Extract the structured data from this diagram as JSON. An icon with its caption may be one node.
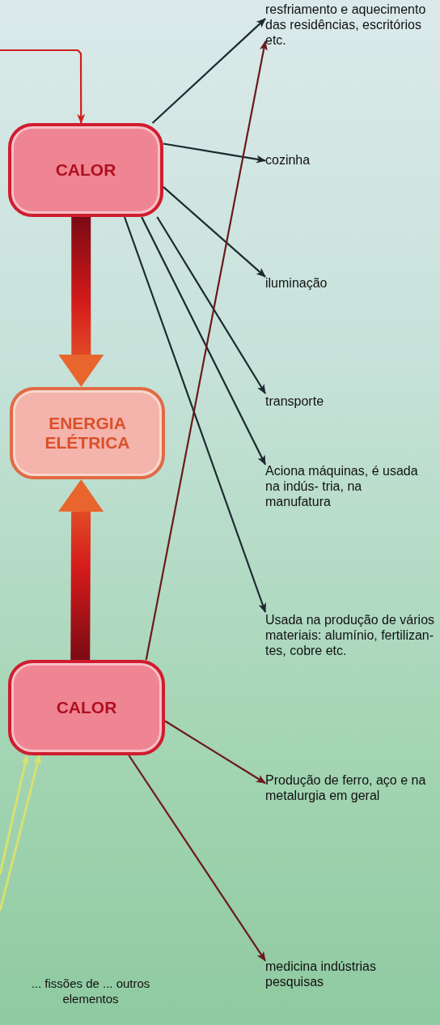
{
  "diagram": {
    "nodes": [
      {
        "text": [
          "CALOR"
        ]
      },
      {
        "text": [
          "ENERGIA ELÉTRICA"
        ]
      },
      {
        "text": [
          "CALOR"
        ]
      },
      {
        "text": [
          "resfriamento e aquecimento das residências, escritórios etc."
        ]
      },
      {
        "text": [
          "cozinha"
        ]
      },
      {
        "text": [
          "iluminação"
        ]
      },
      {
        "text": [
          "transporte"
        ]
      },
      {
        "text": [
          "Aciona máquinas, é usada na indús- tria, na manufatura"
        ]
      },
      {
        "text": [
          "Usada na produção de vários materiais: alumínio, fertilizan- tes, cobre etc."
        ]
      },
      {
        "text": [
          "Produção de ferro, aço e na metalurgia em geral"
        ]
      },
      {
        "text": [
          "medicina indústrias pesquisas"
        ]
      }
    ],
    "edges": [
      {
        "from": null,
        "to": 0,
        "arrow": "to",
        "color": "#d0201e"
      },
      {
        "from": 0,
        "to": 3,
        "arrow": "to"
      },
      {
        "from": 0,
        "to": 4,
        "arrow": "to"
      },
      {
        "from": 0,
        "to": 5,
        "arrow": "to"
      },
      {
        "from": 0,
        "to": 6,
        "arrow": "to"
      },
      {
        "from": 0,
        "to": 7,
        "arrow": "to"
      },
      {
        "from": 0,
        "to": 8,
        "arrow": "to"
      },
      {
        "from": 2,
        "to": 3,
        "arrow": "to",
        "color": "#6a1a1a"
      },
      {
        "from": 2,
        "to": 9,
        "arrow": "to",
        "color": "#6a1a1a"
      },
      {
        "from": 2,
        "to": 10,
        "arrow": "to",
        "color": "#6a1a1a"
      },
      {
        "from": 0,
        "to": 1,
        "arrow": "to",
        "style": "thick",
        "color": "#d41a1a"
      },
      {
        "from": 2,
        "to": 1,
        "arrow": "to",
        "style": "thick",
        "color": "#d41a1a"
      },
      {
        "from": null,
        "to": 2,
        "arrow": "to",
        "color": "#d8e070"
      },
      {
        "from": null,
        "to": 2,
        "arrow": "to",
        "color": "#d8e070"
      }
    ],
    "labels": [
      "... fissões de ... outros elementos"
    ]
  }
}
